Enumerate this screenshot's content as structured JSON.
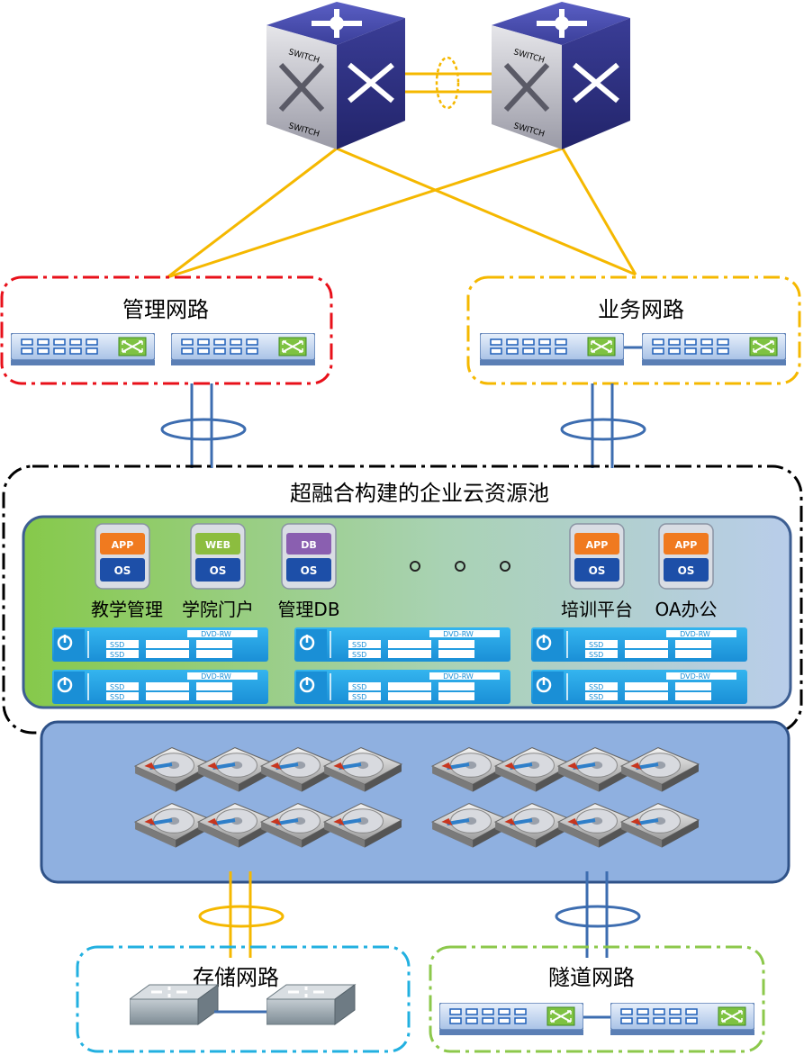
{
  "core": {
    "switch_label": "SWITCH"
  },
  "groups": {
    "mgmt": {
      "title": "管理网路",
      "color": "#e8101a"
    },
    "biz": {
      "title": "业务网路",
      "color": "#f5b800"
    },
    "pool": {
      "title": "超融合构建的企业云资源池",
      "color": "#000000"
    },
    "storage": {
      "title": "存储网路",
      "color": "#22b0e0"
    },
    "tunnel": {
      "title": "隧道网路",
      "color": "#8cc84b"
    }
  },
  "apps": [
    {
      "top": "APP",
      "bottom": "OS",
      "label": "教学管理",
      "top_color": "#f07a1f"
    },
    {
      "top": "WEB",
      "bottom": "OS",
      "label": "学院门户",
      "top_color": "#8cbd3f"
    },
    {
      "top": "DB",
      "bottom": "OS",
      "label": "管理DB",
      "top_color": "#8a5fb0"
    },
    {
      "top": "APP",
      "bottom": "OS",
      "label": "培训平台",
      "top_color": "#f07a1f"
    },
    {
      "top": "APP",
      "bottom": "OS",
      "label": "OA办公",
      "top_color": "#f07a1f"
    }
  ],
  "server": {
    "drive_label": "DVD-RW",
    "slot_label": "SSD"
  },
  "colors": {
    "link": "#f5b800",
    "blue_link": "#3d6db0",
    "storage_panel": "#8fb0e0"
  }
}
